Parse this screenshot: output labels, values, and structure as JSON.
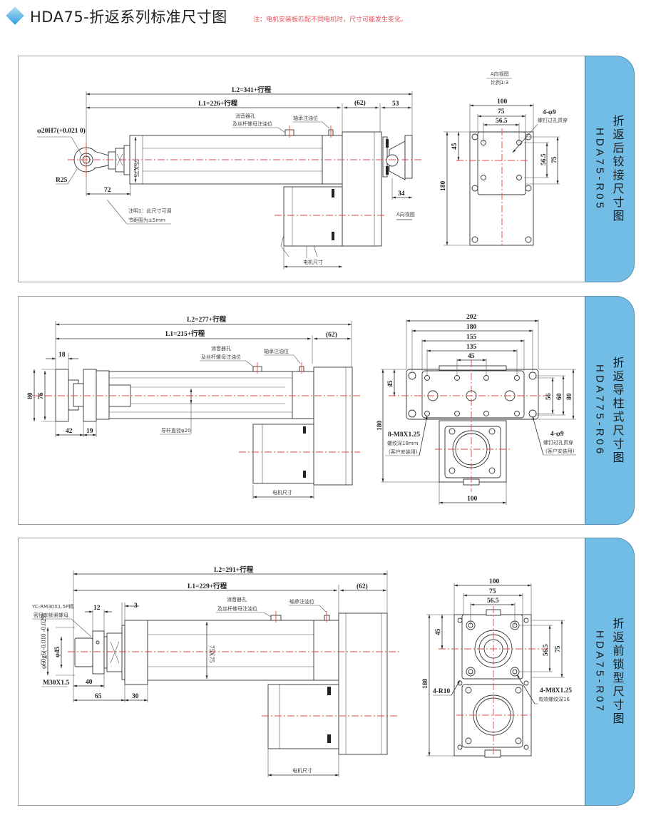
{
  "header": {
    "title": "HDA75-折返系列标准尺寸图",
    "note": "注：电机安装板匹配不同电机时，尺寸可能发生变化。",
    "accent_color": "#2e9fe0",
    "note_color": "#e0525a"
  },
  "tab_color": "#71bde6",
  "panels": [
    {
      "model": "HDA75-R05",
      "name": "折返后铰接尺寸图",
      "side": {
        "L2": "L2=341+行程",
        "L1": "L1=226+行程",
        "d62": "(62)",
        "d53": "53",
        "d34": "34",
        "d72": "72",
        "hole": "φ20H7(+0.021 0)",
        "r25": "R25",
        "sec": "75X75",
        "muffler": "消音器孔",
        "muffler2": "及丝杆螺母注油位",
        "bearing": "轴承注油位",
        "motor": "电机尺寸",
        "aview": "A向视图",
        "note1": "注明1：此尺寸可调",
        "note2": "节距围为±5mm"
      },
      "end": {
        "title": "A向视图",
        "scale": "比例1:3",
        "w100": "100",
        "w75": "75",
        "w565": "56.5",
        "h45": "45",
        "h180": "180",
        "h565": "56.5",
        "h75": "75",
        "holes": "4-φ9",
        "holes_note": "螺钉过孔贯穿"
      }
    },
    {
      "model": "HDA775-R06",
      "name": "折返导柱式尺寸图",
      "side": {
        "L2": "L2=277+行程",
        "L1": "L1=215+行程",
        "d62": "(62)",
        "d18": "18",
        "d80": "80",
        "d76": "76",
        "d42": "42",
        "d19": "19",
        "guide": "导杆直径φ20",
        "muffler": "消音器孔",
        "muffler2": "及丝杆螺母注油位",
        "bearing": "轴承注油位",
        "motor": "电机尺寸"
      },
      "end": {
        "w202": "202",
        "w180": "180",
        "w155": "155",
        "w135": "135",
        "w45": "45",
        "h45": "45",
        "h180": "180",
        "h56": "56",
        "h60": "60",
        "h80": "80",
        "w100": "100",
        "thread": "8-M8X1.25",
        "thread2": "螺纹深18mm",
        "thread3": "(客户安装用)",
        "holes": "4-φ9",
        "holes2": "螺钉过孔贯穿",
        "holes3": "(客户安装用)"
      }
    },
    {
      "model": "HDA75-R07",
      "name": "折返前锁型尺寸图",
      "side": {
        "L2": "L2=291+行程",
        "L1": "L1=229+行程",
        "d62": "(62)",
        "d12": "12",
        "d3": "3",
        "d40": "40",
        "d65": "65",
        "d30": "30",
        "d60": "φ60g6(-0.010 -0.029)",
        "d45": "φ45",
        "m30": "M30X1.5",
        "nut": "YC-RM30X1.5P精",
        "nut2": "密径向锁紧螺母",
        "sec": "75X75",
        "muffler": "消音器孔",
        "muffler2": "及丝杆螺母注油位",
        "bearing": "轴承注油位",
        "motor": "电机尺寸"
      },
      "end": {
        "w100": "100",
        "w75": "75",
        "w565": "56.5",
        "h45": "45",
        "h180": "180",
        "h565": "56.5",
        "h75": "75",
        "r10": "4-R10",
        "thread": "4-M8X1.25",
        "thread2": "有效螺纹深16"
      }
    }
  ]
}
